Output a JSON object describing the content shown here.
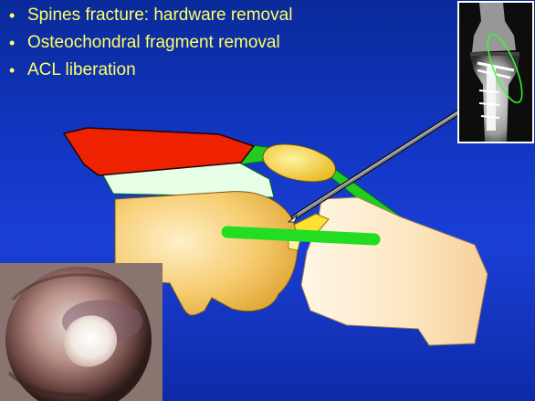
{
  "slide": {
    "bullets": [
      {
        "marker": "•",
        "text": "Spines fracture: hardware removal"
      },
      {
        "marker": "•",
        "text": "Osteochondral fragment removal"
      },
      {
        "marker": "•",
        "text": "ACL liberation"
      }
    ]
  },
  "colors": {
    "background": "#1236c2",
    "bullet_text": "#ffff66",
    "femur": "#f2c25a",
    "tibia": "#fde5b8",
    "quadriceps": "#ee2200",
    "ligament": "#22cc22",
    "highlight_ellipse": "#33ff33"
  },
  "icons": {
    "instrument": "arthroscopic-probe",
    "xray_photo": "knee-xray-image",
    "arthroscopy_photo": "arthroscopic-view-image"
  }
}
